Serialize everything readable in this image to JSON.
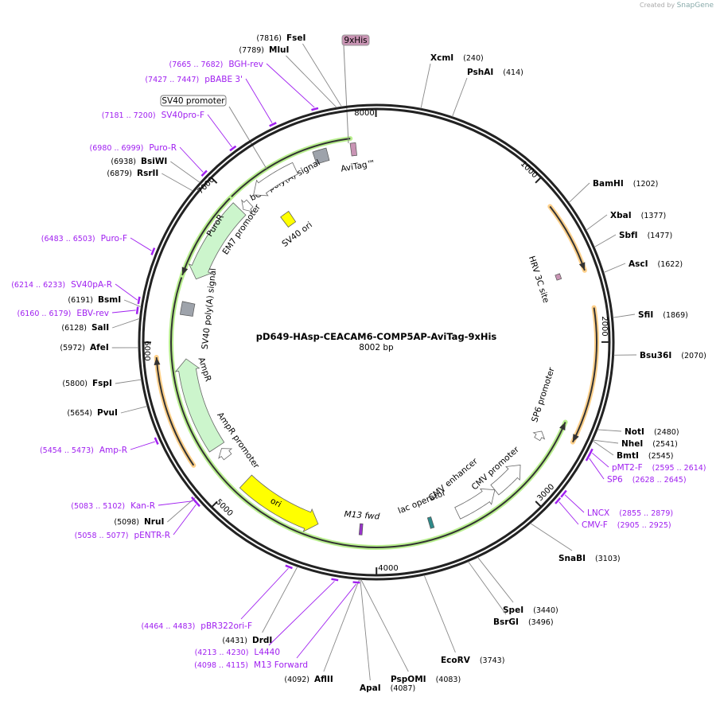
{
  "attribution": {
    "prefix": "Created by",
    "brand": "SnapGene"
  },
  "plasmid": {
    "name": "pD649-HAsp-CEACAM6-COMP5AP-AviTag-9xHis",
    "length_label": "8002 bp",
    "length_bp": 8002
  },
  "ticks": [
    "1000",
    "2000",
    "3000",
    "4000",
    "5000",
    "6000",
    "7000",
    "8000"
  ],
  "enzymes": [
    {
      "name": "FseI",
      "pos": "(7816)",
      "bp": 7816
    },
    {
      "name": "MluI",
      "pos": "(7789)",
      "bp": 7789
    },
    {
      "name": "XcmI",
      "pos": "(240)",
      "bp": 240
    },
    {
      "name": "PshAI",
      "pos": "(414)",
      "bp": 414
    },
    {
      "name": "BamHI",
      "pos": "(1202)",
      "bp": 1202
    },
    {
      "name": "XbaI",
      "pos": "(1377)",
      "bp": 1377
    },
    {
      "name": "SbfI",
      "pos": "(1477)",
      "bp": 1477
    },
    {
      "name": "AscI",
      "pos": "(1622)",
      "bp": 1622
    },
    {
      "name": "SfiI",
      "pos": "(1869)",
      "bp": 1869
    },
    {
      "name": "Bsu36I",
      "pos": "(2070)",
      "bp": 2070
    },
    {
      "name": "NotI",
      "pos": "(2480)",
      "bp": 2480
    },
    {
      "name": "NheI",
      "pos": "(2541)",
      "bp": 2541
    },
    {
      "name": "BmtI",
      "pos": "(2545)",
      "bp": 2545
    },
    {
      "name": "SnaBI",
      "pos": "(3103)",
      "bp": 3103
    },
    {
      "name": "SpeI",
      "pos": "(3440)",
      "bp": 3440
    },
    {
      "name": "BsrGI",
      "pos": "(3496)",
      "bp": 3496
    },
    {
      "name": "EcoRV",
      "pos": "(3743)",
      "bp": 3743
    },
    {
      "name": "PspOMI",
      "pos": "(4083)",
      "bp": 4083
    },
    {
      "name": "ApaI",
      "pos": "(4087)",
      "bp": 4087
    },
    {
      "name": "AflII",
      "pos": "(4092)",
      "bp": 4092
    },
    {
      "name": "DrdI",
      "pos": "(4431)",
      "bp": 4431
    },
    {
      "name": "NruI",
      "pos": "(5098)",
      "bp": 5098
    },
    {
      "name": "PvuI",
      "pos": "(5654)",
      "bp": 5654
    },
    {
      "name": "FspI",
      "pos": "(5800)",
      "bp": 5800
    },
    {
      "name": "AfeI",
      "pos": "(5972)",
      "bp": 5972
    },
    {
      "name": "SalI",
      "pos": "(6128)",
      "bp": 6128
    },
    {
      "name": "BsmI",
      "pos": "(6191)",
      "bp": 6191
    },
    {
      "name": "RsrII",
      "pos": "(6879)",
      "bp": 6879
    },
    {
      "name": "BsiWI",
      "pos": "(6938)",
      "bp": 6938
    }
  ],
  "primers": [
    {
      "name": "BGH-rev",
      "range": "(7665 .. 7682)",
      "start": 7665,
      "end": 7682
    },
    {
      "name": "pBABE 3'",
      "range": "(7427 .. 7447)",
      "start": 7427,
      "end": 7447
    },
    {
      "name": "SV40pro-F",
      "range": "(7181 .. 7200)",
      "start": 7181,
      "end": 7200
    },
    {
      "name": "Puro-R",
      "range": "(6980 .. 6999)",
      "start": 6980,
      "end": 6999
    },
    {
      "name": "Puro-F",
      "range": "(6483 .. 6503)",
      "start": 6483,
      "end": 6503
    },
    {
      "name": "SV40pA-R",
      "range": "(6214 .. 6233)",
      "start": 6214,
      "end": 6233
    },
    {
      "name": "EBV-rev",
      "range": "(6160 .. 6179)",
      "start": 6160,
      "end": 6179
    },
    {
      "name": "Amp-R",
      "range": "(5454 .. 5473)",
      "start": 5454,
      "end": 5473
    },
    {
      "name": "Kan-R",
      "range": "(5083 .. 5102)",
      "start": 5083,
      "end": 5102
    },
    {
      "name": "pENTR-R",
      "range": "(5058 .. 5077)",
      "start": 5058,
      "end": 5077
    },
    {
      "name": "pBR322ori-F",
      "range": "(4464 .. 4483)",
      "start": 4464,
      "end": 4483
    },
    {
      "name": "L4440",
      "range": "(4213 .. 4230)",
      "start": 4213,
      "end": 4230
    },
    {
      "name": "M13 Forward",
      "range": "(4098 .. 4115)",
      "start": 4098,
      "end": 4115
    },
    {
      "name": "pMT2-F",
      "range": "(2595 .. 2614)",
      "start": 2595,
      "end": 2614
    },
    {
      "name": "SP6",
      "range": "(2628 .. 2645)",
      "start": 2628,
      "end": 2645
    },
    {
      "name": "LNCX",
      "range": "(2855 .. 2879)",
      "start": 2855,
      "end": 2879
    },
    {
      "name": "CMV-F",
      "range": "(2905 .. 2925)",
      "start": 2905,
      "end": 2925
    }
  ],
  "features": [
    {
      "label": "AviTag™",
      "type": "box",
      "start": 7835,
      "end": 7870,
      "color": "#c994b4"
    },
    {
      "label": "9xHis",
      "type": "callout",
      "start": 7872,
      "end": 7900,
      "color": "#c994b4"
    },
    {
      "label": "bGH poly(A) signal",
      "type": "box",
      "start": 7590,
      "end": 7680,
      "color": "#9ea3ab"
    },
    {
      "label": "SV40 promoter",
      "type": "fat",
      "start": 7117,
      "end": 7446,
      "dir": -1,
      "color": "#ffffff"
    },
    {
      "label": "SV40 ori",
      "type": "box",
      "start": 7170,
      "end": 7250,
      "color": "#ffff00"
    },
    {
      "label": "EM7 promoter",
      "type": "fat",
      "start": 7000,
      "end": 7060,
      "dir": -1,
      "color": "#ffffff"
    },
    {
      "label": "PuroR",
      "type": "fat",
      "start": 6430,
      "end": 6985,
      "dir": -1,
      "color": "#ccf5cc"
    },
    {
      "label": "SV40 poly(A) signal",
      "type": "box",
      "start": 6180,
      "end": 6265,
      "color": "#9ea3ab"
    },
    {
      "label": "AmpR",
      "type": "fat",
      "start": 5260,
      "end": 5890,
      "dir": 1,
      "color": "#ccf5cc"
    },
    {
      "label": "AmpR promoter",
      "type": "fat",
      "start": 5165,
      "end": 5235,
      "dir": 1,
      "color": "#ffffff"
    },
    {
      "label": "ori",
      "type": "fat",
      "start": 4395,
      "end": 4960,
      "dir": -1,
      "color": "#ffff00"
    },
    {
      "label": "M13 fwd",
      "type": "box",
      "start": 4095,
      "end": 4115,
      "color": "#9933cc"
    },
    {
      "label": "lac operator",
      "type": "box",
      "start": 3615,
      "end": 3640,
      "color": "#2e8a8a"
    },
    {
      "label": "CMV promoter",
      "type": "fat",
      "start": 2900,
      "end": 3140,
      "dir": -1,
      "color": "#ffffff"
    },
    {
      "label": "CMV enhancer",
      "type": "fat",
      "start": 3140,
      "end": 3436,
      "dir": -1,
      "color": "#ffffff"
    },
    {
      "label": "SP6 promoter",
      "type": "fat",
      "start": 2630,
      "end": 2690,
      "dir": -1,
      "color": "#ffffff"
    },
    {
      "label": "HRV 3C site",
      "type": "box",
      "start": 1545,
      "end": 1580,
      "color": "#c994b4"
    }
  ],
  "orfs": [
    {
      "name": "orf-insert",
      "start": 2510,
      "end": 7840,
      "dir": -1,
      "color": "#333",
      "glow": "#b9ef8f"
    },
    {
      "name": "orf-puro",
      "start": 6425,
      "end": 6990,
      "dir": -1,
      "color": "#333",
      "glow": "#b9ef8f"
    },
    {
      "name": "orf-right-1",
      "start": 1156,
      "end": 1578,
      "dir": 1,
      "color": "#333",
      "glow": "#ffd08a"
    },
    {
      "name": "orf-right-2",
      "start": 1800,
      "end": 2600,
      "dir": 1,
      "color": "#333",
      "glow": "#ffd08a"
    },
    {
      "name": "orf-amp",
      "start": 5246,
      "end": 5914,
      "dir": 1,
      "color": "#333",
      "glow": "#ffd08a"
    }
  ],
  "colors": {
    "primer": "#a020f0",
    "enzyme": "#000000",
    "backbone": "#222222",
    "leader": "#888888"
  }
}
